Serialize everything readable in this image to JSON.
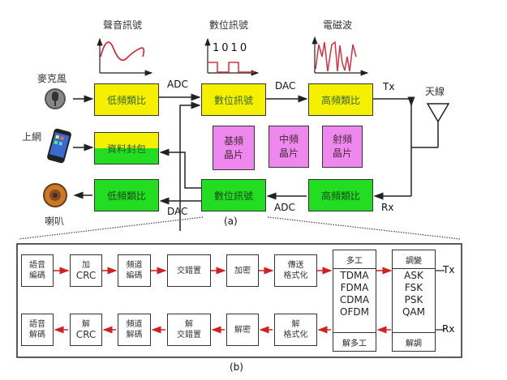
{
  "part_a": {
    "caption": "(a)",
    "signal_labels": {
      "sound": "聲音訊號",
      "digital": "數位訊號",
      "digital_bits": "1010",
      "em_wave": "電磁波"
    },
    "devices": {
      "microphone": "麥克風",
      "internet": "上網",
      "speaker": "喇叭",
      "antenna": "天線"
    },
    "tx_path": {
      "low_freq_analog": "低頻類比",
      "digital_signal": "數位訊號",
      "high_freq_analog": "高頻類比",
      "adc": "ADC",
      "dac": "DAC",
      "tx": "Tx"
    },
    "data_packet": "資料封包",
    "chips": [
      {
        "line1": "基頻",
        "line2": "晶片"
      },
      {
        "line1": "中頻",
        "line2": "晶片"
      },
      {
        "line1": "射頻",
        "line2": "晶片"
      }
    ],
    "rx_path": {
      "low_freq_analog": "低頻類比",
      "digital_signal": "數位訊號",
      "high_freq_analog": "高頻類比",
      "adc": "ADC",
      "dac": "DAC",
      "rx": "Rx"
    }
  },
  "part_b": {
    "caption": "(b)",
    "tx_row": [
      {
        "line1": "語音",
        "line2": "編碼"
      },
      {
        "line1": "加",
        "line2": "CRC"
      },
      {
        "line1": "頻道",
        "line2": "編碼"
      },
      {
        "line1": "交錯置",
        "line2": ""
      },
      {
        "line1": "加密",
        "line2": ""
      },
      {
        "line1": "傳送",
        "line2": "格式化"
      }
    ],
    "rx_row": [
      {
        "line1": "語音",
        "line2": "解碼"
      },
      {
        "line1": "解",
        "line2": "CRC"
      },
      {
        "line1": "頻道",
        "line2": "解碼"
      },
      {
        "line1": "解",
        "line2": "交錯置"
      },
      {
        "line1": "解密",
        "line2": ""
      },
      {
        "line1": "解",
        "line2": "格式化"
      }
    ],
    "multiplex": {
      "header": "多工",
      "items": [
        "TDMA",
        "FDMA",
        "CDMA",
        "OFDM"
      ],
      "footer": "解多工"
    },
    "modulation": {
      "header": "調變",
      "items": [
        "ASK",
        "FSK",
        "PSK",
        "QAM"
      ],
      "footer": "解調"
    },
    "tx": "Tx",
    "rx": "Rx"
  },
  "colors": {
    "yellow": "#f5f000",
    "green": "#22dd22",
    "pink": "#ee88ee",
    "arrow_red": "#cc2222",
    "wave_red": "#cc3344"
  }
}
